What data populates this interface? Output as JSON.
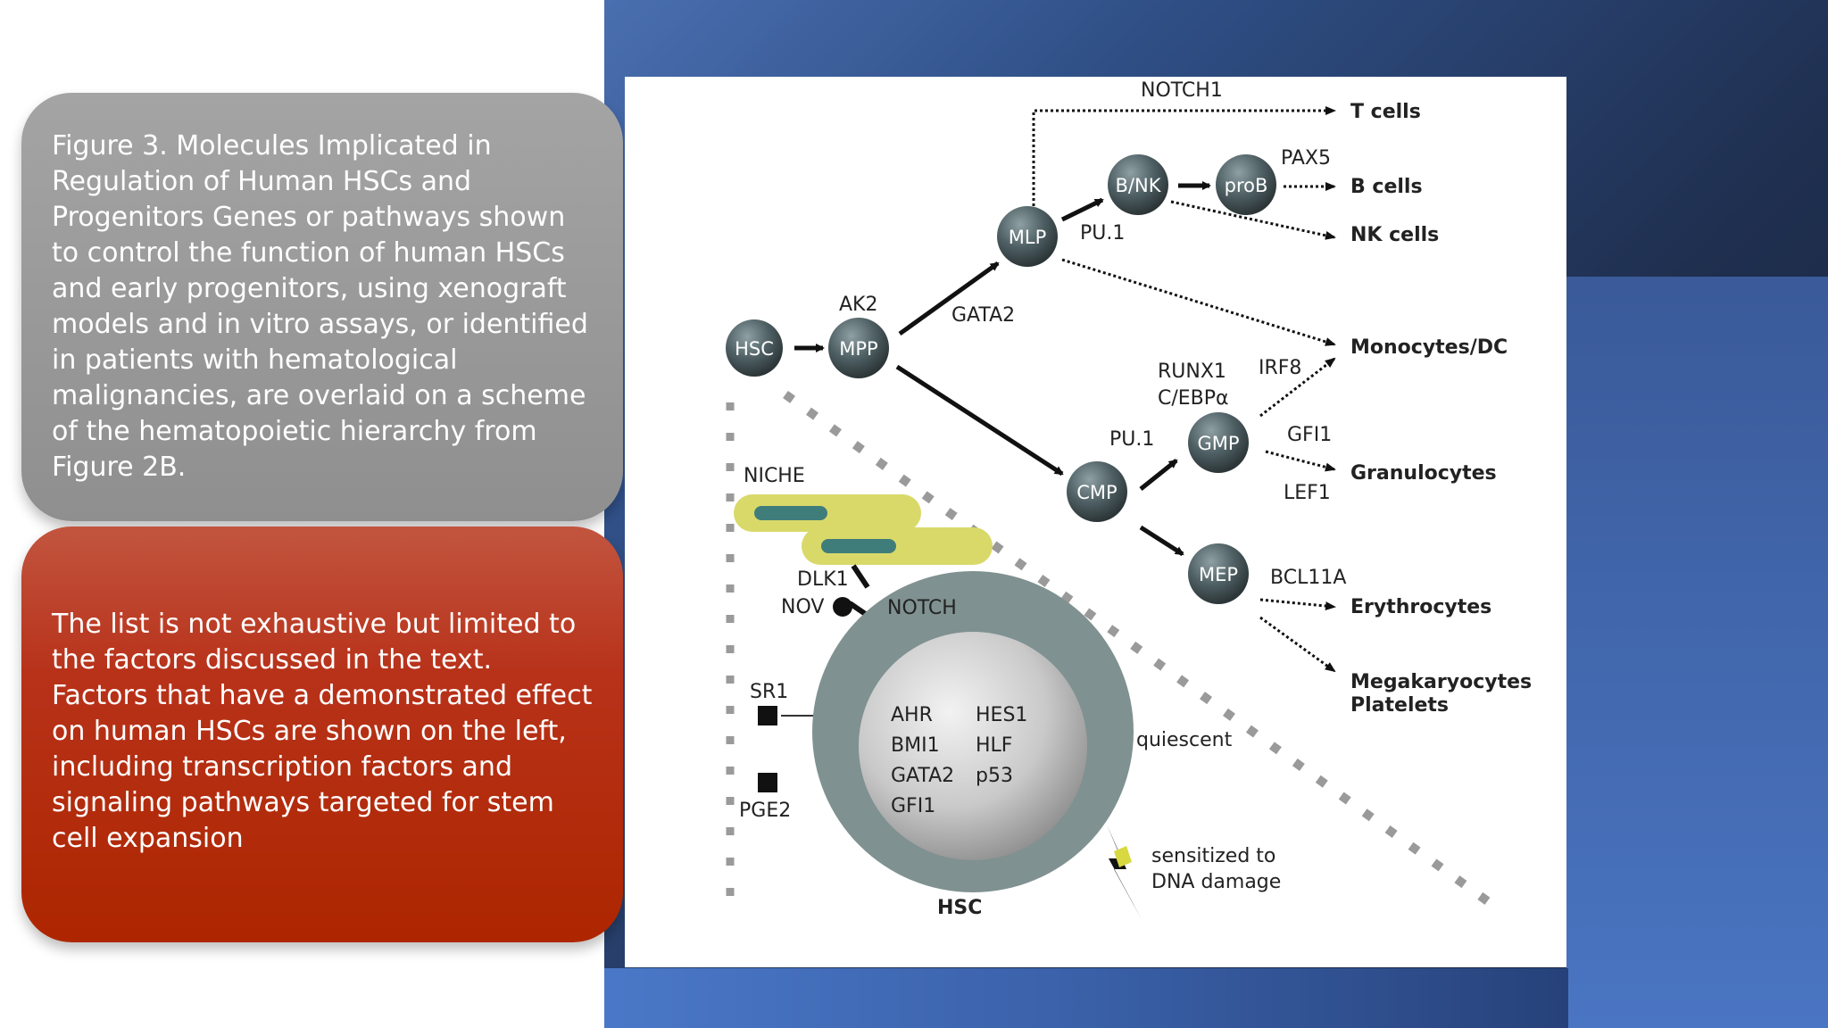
{
  "caption": {
    "text": "Figure 3. Molecules Implicated in Regulation of Human HSCs and Progenitors Genes or pathways shown to control the function of human HSCs and early progenitors, using xenograft models and in vitro assays, or identified in patients with hematological malignancies, are overlaid on a scheme of the hematopoietic hierarchy from Figure 2B."
  },
  "note": {
    "text": "The list is not exhaustive but limited to the factors discussed in the text. Factors that have a demonstrated effect on human HSCs are shown on the left, including transcription factors and signaling pathways targeted for stem cell expansion"
  },
  "diagram": {
    "nodes": {
      "hsc": "HSC",
      "mpp": "MPP",
      "mlp": "MLP",
      "bnk": "B/NK",
      "prob": "proB",
      "cmp": "CMP",
      "gmp": "GMP",
      "mep": "MEP"
    },
    "factors": {
      "notch1": "NOTCH1",
      "pax5": "PAX5",
      "pu1_mlp": "PU.1",
      "ak2": "AK2",
      "gata2": "GATA2",
      "runx1": "RUNX1",
      "cebpa": "C/EBPα",
      "irf8": "IRF8",
      "pu1_cmp": "PU.1",
      "gfi1": "GFI1",
      "lef1": "LEF1",
      "bcl11a": "BCL11A"
    },
    "outputs": {
      "t_cells": "T cells",
      "b_cells": "B cells",
      "nk_cells": "NK cells",
      "monocytes": "Monocytes/DC",
      "granulocytes": "Granulocytes",
      "erythrocytes": "Erythrocytes",
      "megakaryocytes": "Megakaryocytes",
      "platelets": "Platelets"
    },
    "niche": {
      "label": "NICHE",
      "dlk1": "DLK1",
      "nov": "NOV",
      "notch": "NOTCH",
      "sr1": "SR1",
      "pge2": "PGE2"
    },
    "hsc_cell": {
      "label": "HSC",
      "genes": [
        "AHR",
        "BMI1",
        "GATA2",
        "GFI1",
        "HES1",
        "HLF",
        "p53"
      ],
      "quiescent": "quiescent",
      "dna_line1": "sensitized to",
      "dna_line2": "DNA damage"
    },
    "colors": {
      "node": "#4e5f63",
      "niche_bar": "#d9d96a",
      "niche_core": "#3f7d7a",
      "hsc_outer": "#7f9190",
      "hsc_inner": "#c4c4c4"
    }
  }
}
